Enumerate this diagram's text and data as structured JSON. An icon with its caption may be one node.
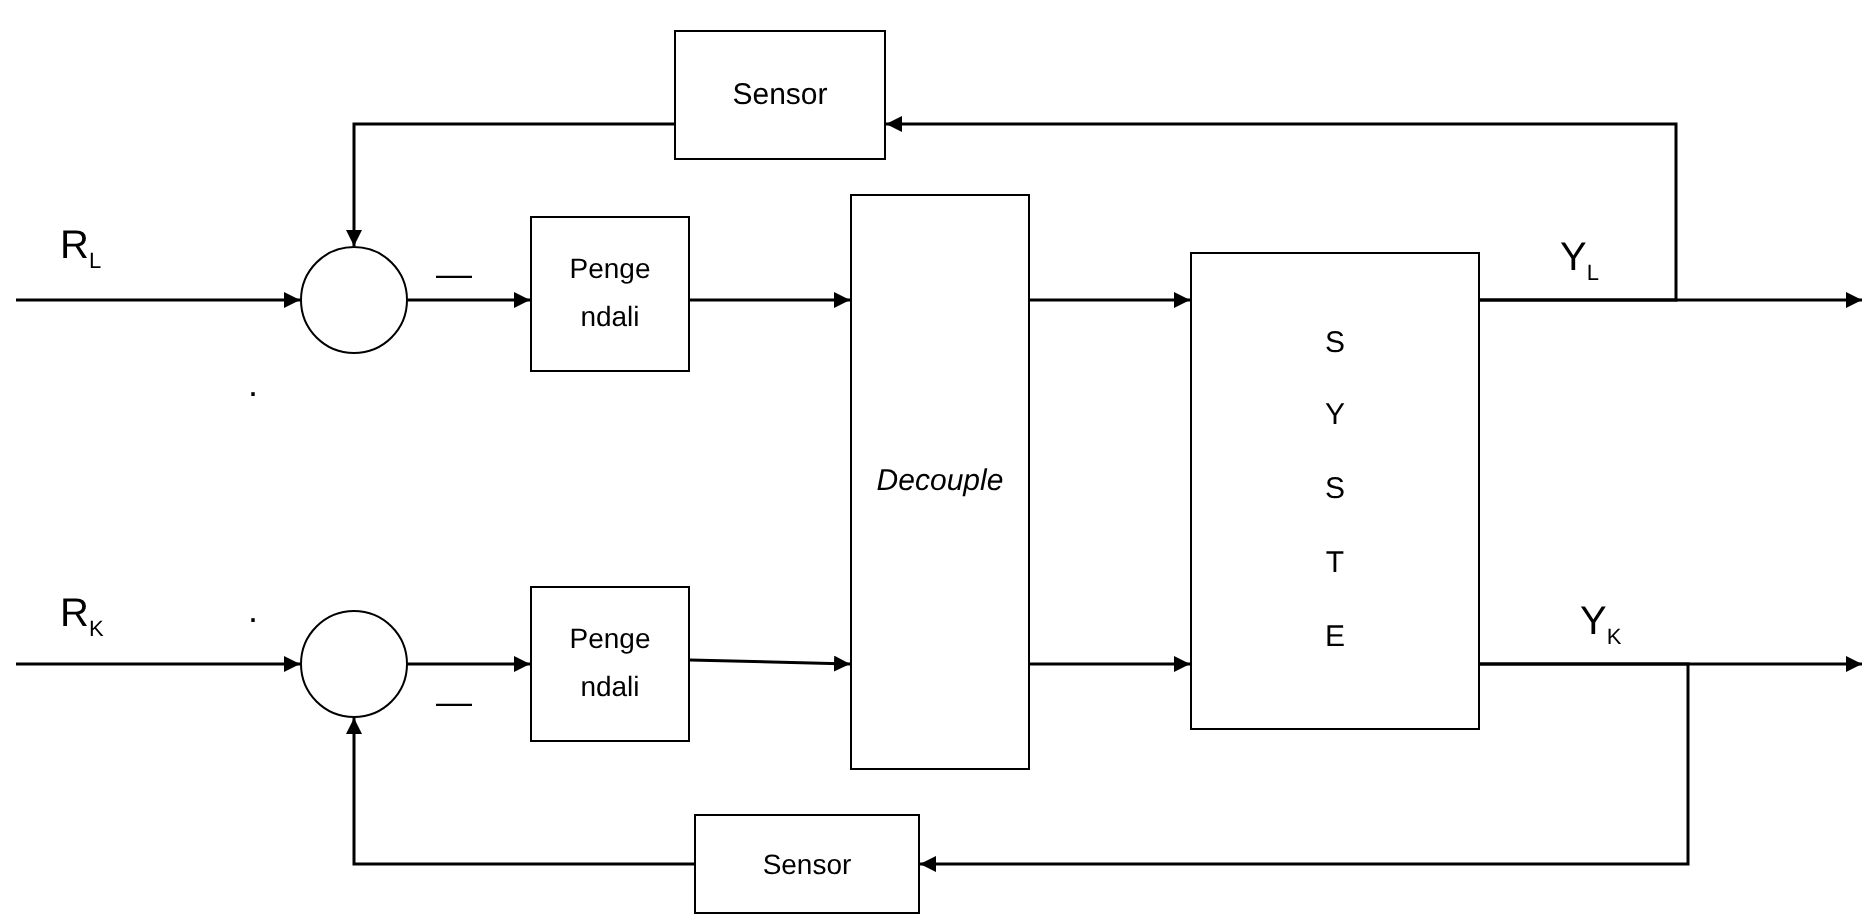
{
  "diagram": {
    "nodes": [
      {
        "text": [
          "Sensor"
        ]
      },
      {
        "text": [],
        "shape": "circle"
      },
      {
        "text": [
          "Penge ndali"
        ]
      },
      {
        "text": [
          "Decouple"
        ]
      },
      {
        "text": [
          "S Y S T E"
        ]
      },
      {
        "text": [],
        "shape": "circle"
      },
      {
        "text": [
          "Penge ndali"
        ]
      },
      {
        "text": [
          "Sensor"
        ]
      }
    ],
    "edges": [
      {
        "from": null,
        "to": 1,
        "arrow": "to",
        "label": "R$_{L}$"
      },
      {
        "from": 1,
        "to": 2,
        "arrow": "to"
      },
      {
        "from": 2,
        "to": 3,
        "arrow": "to"
      },
      {
        "from": 3,
        "to": 4,
        "arrow": "to"
      },
      {
        "from": 4,
        "to": null,
        "arrow": "to",
        "label": "Y$_{L}$"
      },
      {
        "from": 4,
        "to": 0,
        "arrow": "to"
      },
      {
        "from": 0,
        "to": 1,
        "arrow": "to"
      },
      {
        "from": null,
        "to": 5,
        "arrow": "to",
        "label": "R$_{K}$"
      },
      {
        "from": 5,
        "to": 6,
        "arrow": "to"
      },
      {
        "from": 6,
        "to": 3,
        "arrow": "to"
      },
      {
        "from": 3,
        "to": 4,
        "arrow": "to"
      },
      {
        "from": 4,
        "to": null,
        "arrow": "to",
        "label": "Y$_{K}$"
      },
      {
        "from": 4,
        "to": 7,
        "arrow": "to"
      },
      {
        "from": 7,
        "to": 5,
        "arrow": "to"
      }
    ],
    "labels": [
      "—",
      ".",
      ".",
      "—"
    ]
  }
}
